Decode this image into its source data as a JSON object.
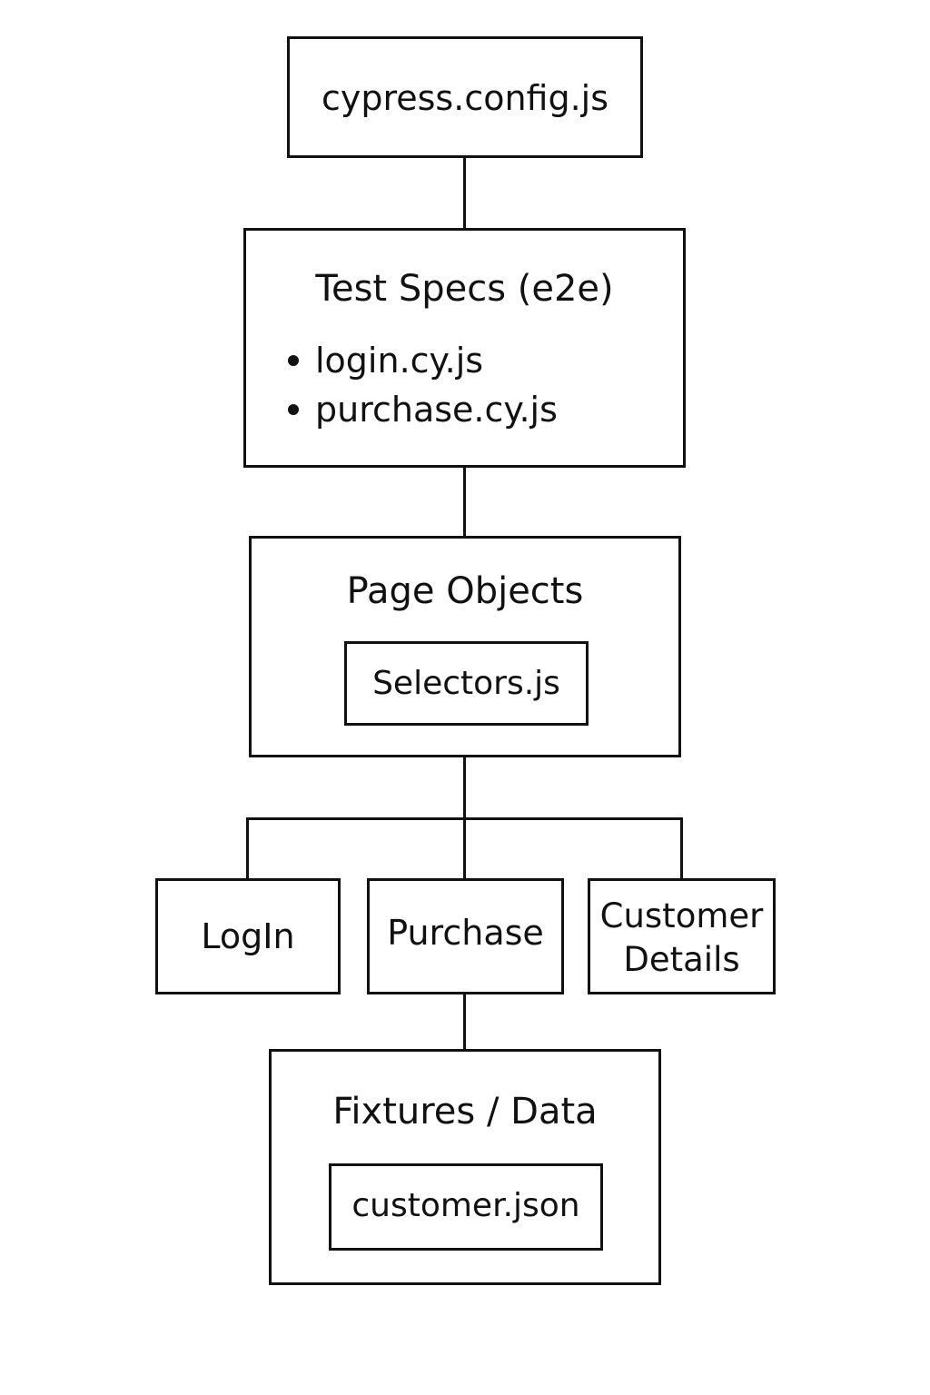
{
  "config": {
    "label": "cypress.config.js"
  },
  "test_specs": {
    "title": "Test Specs (e2e)",
    "items": [
      "login.cy.js",
      "purchase.cy.js"
    ]
  },
  "page_objects": {
    "title": "Page Objects",
    "child_label": "Selectors.js"
  },
  "pages": {
    "login": "LogIn",
    "purchase": "Purchase",
    "customer_details_line1": "Customer",
    "customer_details_line2": "Details"
  },
  "fixtures": {
    "title": "Fixtures / Data",
    "child_label": "customer.json"
  }
}
